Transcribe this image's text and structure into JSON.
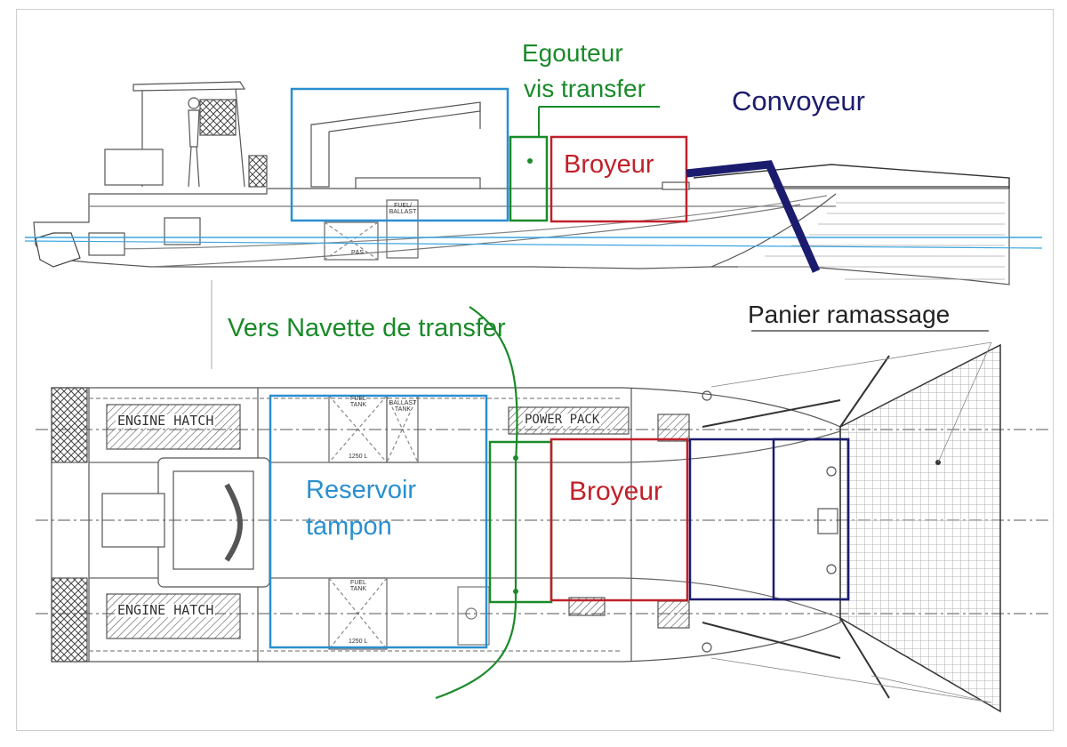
{
  "labels": {
    "egouteur_line1": "Egouteur",
    "egouteur_line2": "vis transfer",
    "convoyeur": "Convoyeur",
    "broyeur_side": "Broyeur",
    "broyeur_top": "Broyeur",
    "vers_navette": "Vers Navette de transfer",
    "panier": "Panier ramassage",
    "reservoir_line1": "Reservoir",
    "reservoir_line2": "tampon"
  },
  "drawing_text": {
    "engine_hatch_top": "ENGINE HATCH",
    "engine_hatch_bottom": "ENGINE HATCH",
    "power_pack": "POWER PACK",
    "fuel_tank": "FUEL TANK",
    "ballast_tank": "BALLAST TANK",
    "capacity_1250": "1250 L",
    "fuel_ballast": "FUEL/ BALLAST",
    "ps": "P&S"
  },
  "colors": {
    "green": "#1a8a2a",
    "blue": "#2a8fd0",
    "red": "#c0202a",
    "navy": "#1c1c6e",
    "waterline": "#3aa6e0",
    "drawing": "#555555"
  }
}
